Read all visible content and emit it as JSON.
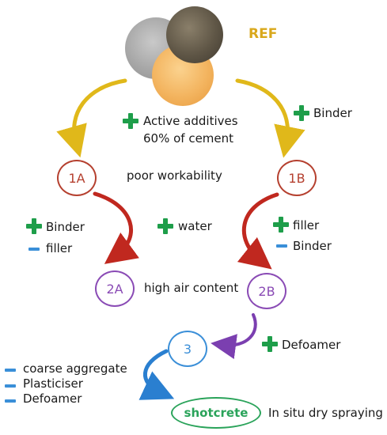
{
  "colors": {
    "ref_label": "#d9a81c",
    "node_1": "#b5402f",
    "node_2": "#8a4bb5",
    "node_3": "#3b8fd8",
    "shotcrete": "#2aa35a",
    "plus": "#1e9e4a",
    "minus": "#3a8fd8",
    "arrow_gold": "#e0b81a",
    "arrow_red": "#c0281f",
    "arrow_purple": "#7b3fb0",
    "arrow_blue": "#2a7fd0"
  },
  "ref": {
    "label": "REF"
  },
  "nodes": {
    "n1a": "1A",
    "n1b": "1B",
    "n2a": "2A",
    "n2b": "2B",
    "n3": "3",
    "shotcrete": "shotcrete"
  },
  "labels": {
    "active_additives": "Active additives",
    "cement_share": "60% of cement",
    "binder_right": "Binder",
    "poor_workability": "poor workability",
    "binder_left": "Binder",
    "filler_left": "filler",
    "water": "water",
    "filler_right": "filler",
    "binder_right2": "Binder",
    "high_air": "high air content",
    "defoamer_right": "Defoamer",
    "coarse_aggregate": "coarse aggregate",
    "plasticiser": "Plasticiser",
    "defoamer_left": "Defoamer",
    "in_situ": "In situ dry spraying"
  }
}
